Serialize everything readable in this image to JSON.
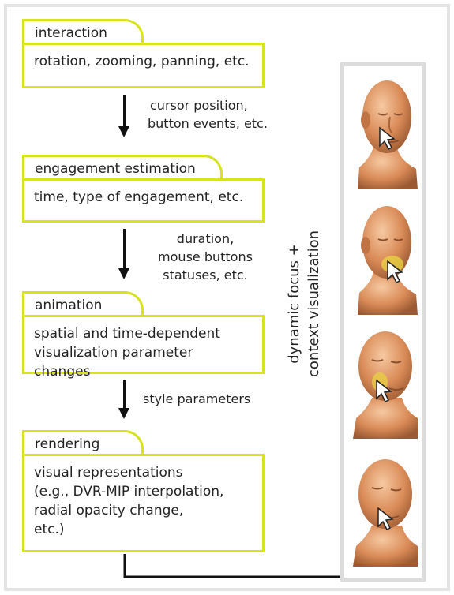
{
  "stages": [
    {
      "tab": "interaction",
      "content": [
        "rotation, zooming, panning, etc."
      ]
    },
    {
      "tab": "engagement estimation",
      "content": [
        "time, type of engagement, etc."
      ]
    },
    {
      "tab": "animation",
      "content": [
        "spatial and time-dependent",
        "visualization parameter changes"
      ]
    },
    {
      "tab": "rendering",
      "content": [
        "visual representations",
        "(e.g., DVR-MIP interpolation,",
        "radial opacity change,",
        "etc.)"
      ]
    }
  ],
  "arrows": [
    {
      "lines": [
        "cursor position,",
        "button events, etc."
      ]
    },
    {
      "lines": [
        "duration,",
        "mouse buttons",
        "statuses, etc."
      ]
    },
    {
      "lines": [
        "style parameters"
      ]
    }
  ],
  "side_label": [
    "dynamic focus +",
    "context visualization"
  ],
  "colors": {
    "accent": "#d8e21f",
    "skin": "#d88a55",
    "arrow": "#111111",
    "frame": "#e4e4e4"
  },
  "icons": [
    "cursor-arrow-icon",
    "highlight-glow-icon"
  ]
}
